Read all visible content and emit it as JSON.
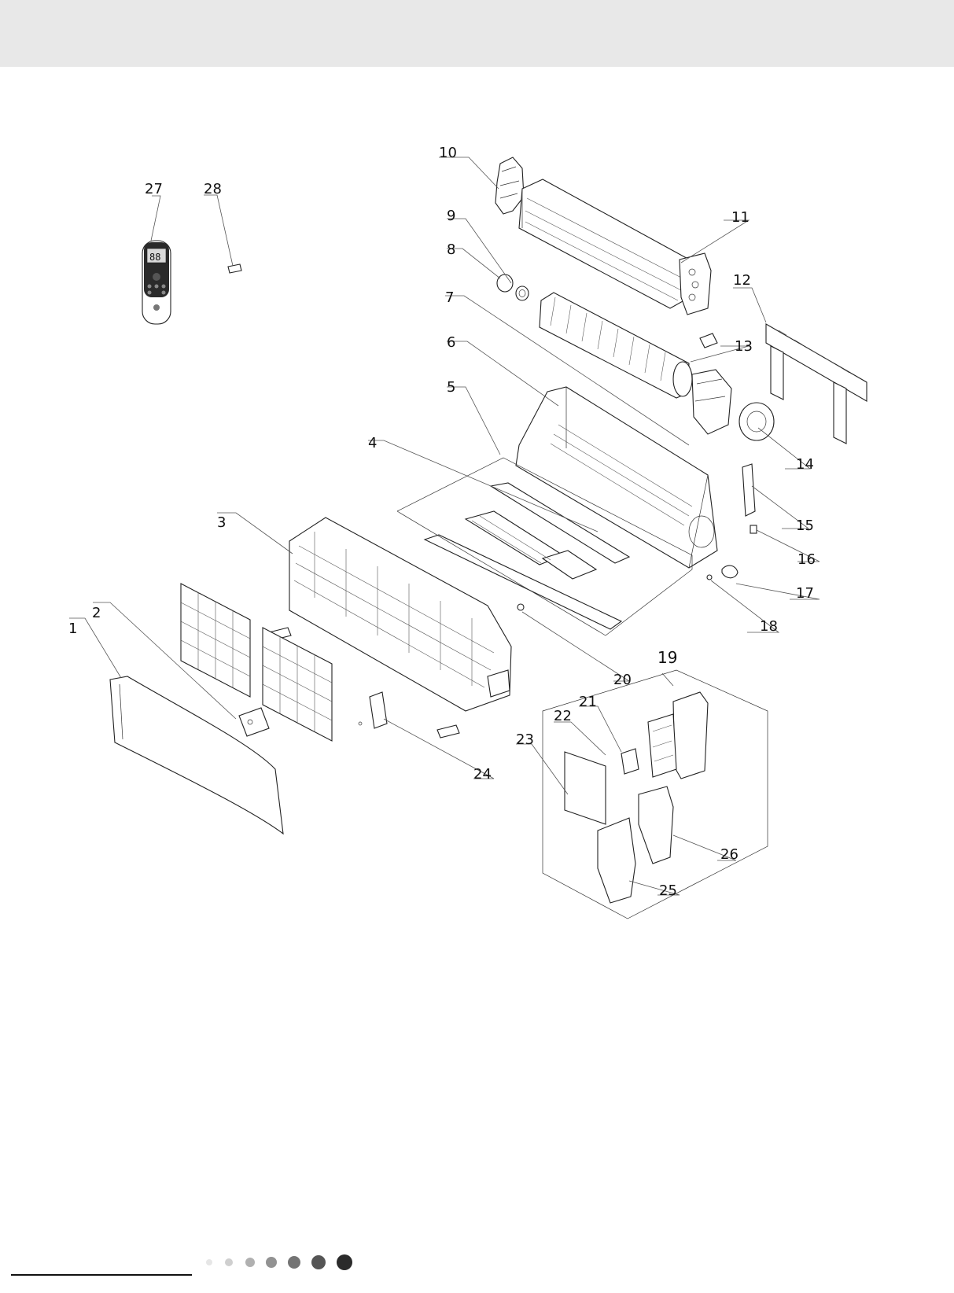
{
  "diagram": {
    "callouts": [
      {
        "id": "1",
        "text": "1"
      },
      {
        "id": "2",
        "text": "2"
      },
      {
        "id": "3",
        "text": "3"
      },
      {
        "id": "4",
        "text": "4"
      },
      {
        "id": "5",
        "text": "5"
      },
      {
        "id": "6",
        "text": "6"
      },
      {
        "id": "7",
        "text": "7"
      },
      {
        "id": "8",
        "text": "8"
      },
      {
        "id": "9",
        "text": "9"
      },
      {
        "id": "10",
        "text": "10"
      },
      {
        "id": "11",
        "text": "11"
      },
      {
        "id": "12",
        "text": "12"
      },
      {
        "id": "13",
        "text": "13"
      },
      {
        "id": "14",
        "text": "14"
      },
      {
        "id": "15",
        "text": "15"
      },
      {
        "id": "16",
        "text": "16"
      },
      {
        "id": "17",
        "text": "17"
      },
      {
        "id": "18",
        "text": "18"
      },
      {
        "id": "19",
        "text": "19"
      },
      {
        "id": "20",
        "text": "20"
      },
      {
        "id": "21",
        "text": "21"
      },
      {
        "id": "22",
        "text": "22"
      },
      {
        "id": "23",
        "text": "23"
      },
      {
        "id": "24",
        "text": "24"
      },
      {
        "id": "25",
        "text": "25"
      },
      {
        "id": "26",
        "text": "26"
      },
      {
        "id": "27",
        "text": "27"
      },
      {
        "id": "28",
        "text": "28"
      }
    ],
    "remote_display": "88"
  },
  "footer": {
    "dot_colors": [
      "#e6e6e6",
      "#cfcfcf",
      "#b0b0b0",
      "#929292",
      "#747474",
      "#555555",
      "#2b2b2b"
    ]
  }
}
